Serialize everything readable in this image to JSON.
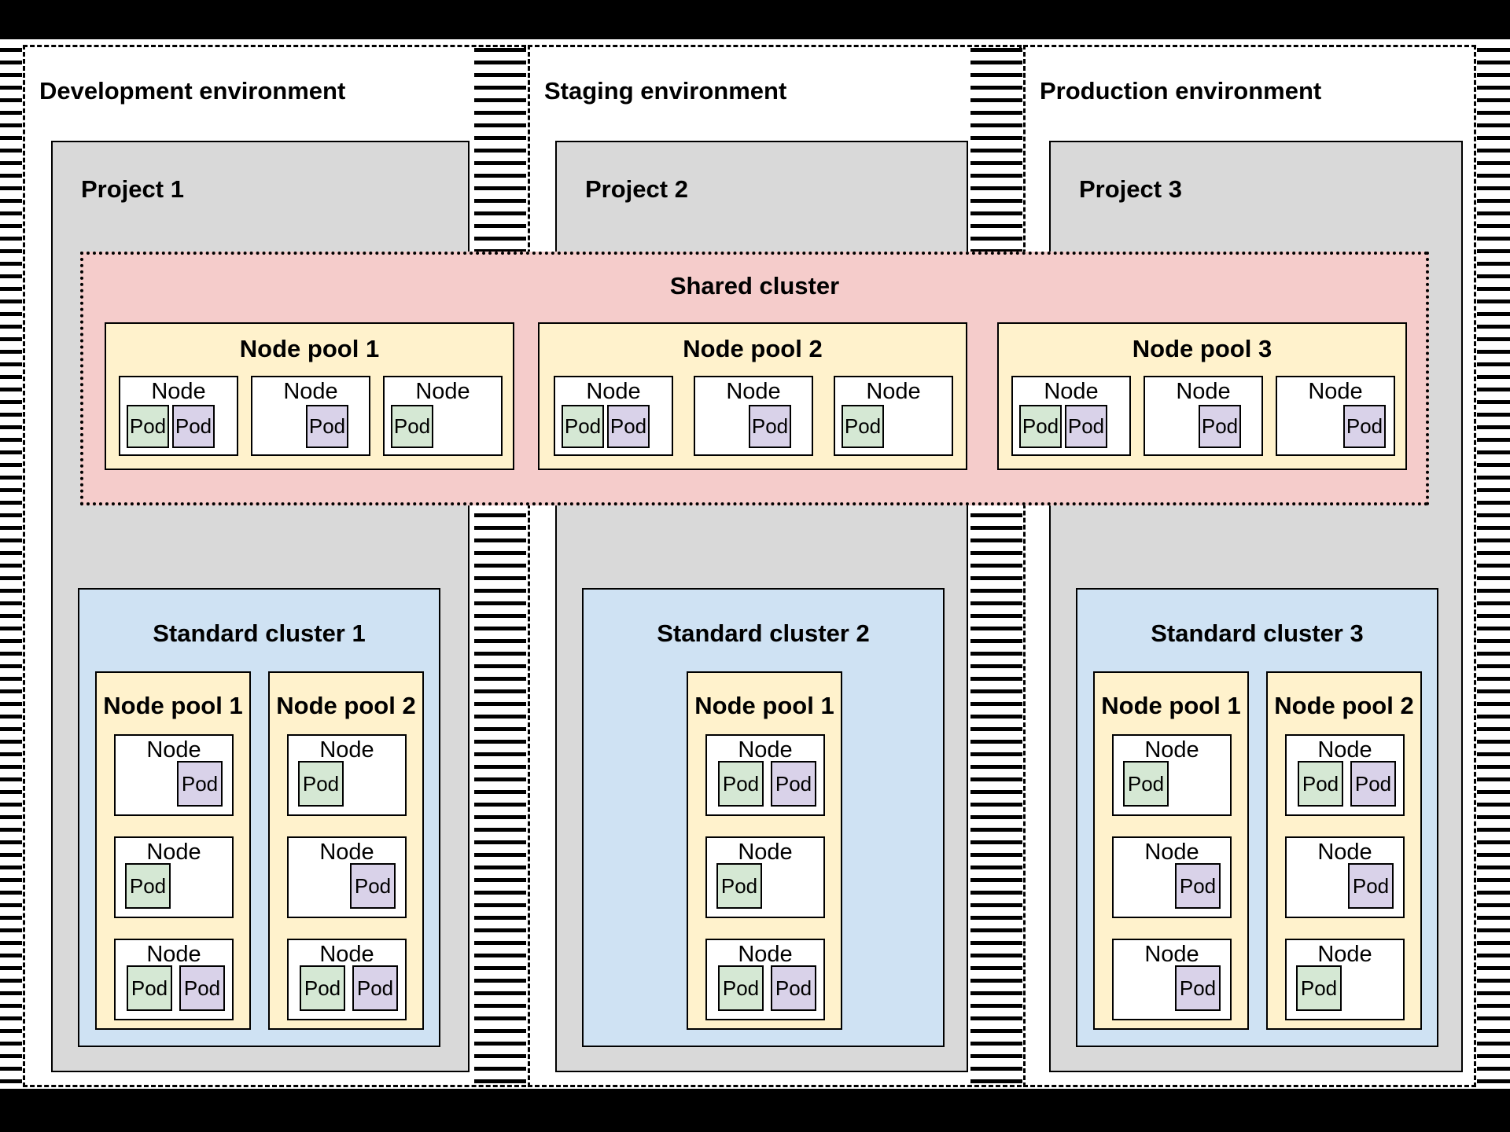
{
  "colors": {
    "pod_green": "#d5e8d4",
    "pod_purple": "#d9d2e9",
    "pool_yellow": "#fff2cc",
    "cluster_blue": "#cfe2f3",
    "shared_pink": "#f5cccb",
    "project_gray": "#d9d9d9"
  },
  "shared_cluster": {
    "label": "Shared cluster",
    "node_pools": [
      {
        "label": "Node pool 1",
        "nodes": [
          {
            "label": "Node",
            "layout": "pair",
            "pods": [
              {
                "label": "Pod",
                "color": "green"
              },
              {
                "label": "Pod",
                "color": "purple"
              }
            ]
          },
          {
            "label": "Node",
            "layout": "mid-right",
            "pods": [
              {
                "label": "Pod",
                "color": "purple"
              }
            ]
          },
          {
            "label": "Node",
            "layout": "left",
            "pods": [
              {
                "label": "Pod",
                "color": "green"
              }
            ]
          }
        ]
      },
      {
        "label": "Node pool 2",
        "nodes": [
          {
            "label": "Node",
            "layout": "pair",
            "pods": [
              {
                "label": "Pod",
                "color": "green"
              },
              {
                "label": "Pod",
                "color": "purple"
              }
            ]
          },
          {
            "label": "Node",
            "layout": "mid-right",
            "pods": [
              {
                "label": "Pod",
                "color": "purple"
              }
            ]
          },
          {
            "label": "Node",
            "layout": "left",
            "pods": [
              {
                "label": "Pod",
                "color": "green"
              }
            ]
          }
        ]
      },
      {
        "label": "Node pool 3",
        "nodes": [
          {
            "label": "Node",
            "layout": "pair",
            "pods": [
              {
                "label": "Pod",
                "color": "green"
              },
              {
                "label": "Pod",
                "color": "purple"
              }
            ]
          },
          {
            "label": "Node",
            "layout": "mid-right",
            "pods": [
              {
                "label": "Pod",
                "color": "purple"
              }
            ]
          },
          {
            "label": "Node",
            "layout": "right",
            "pods": [
              {
                "label": "Pod",
                "color": "purple"
              }
            ]
          }
        ]
      }
    ]
  },
  "environments": [
    {
      "label": "Development environment",
      "project": {
        "label": "Project 1",
        "cluster": {
          "label": "Standard cluster 1",
          "node_pools": [
            {
              "label": "Node pool 1",
              "nodes": [
                {
                  "label": "Node",
                  "layout": "right",
                  "pods": [
                    {
                      "label": "Pod",
                      "color": "purple"
                    }
                  ]
                },
                {
                  "label": "Node",
                  "layout": "left",
                  "pods": [
                    {
                      "label": "Pod",
                      "color": "green"
                    }
                  ]
                },
                {
                  "label": "Node",
                  "layout": "pair-center",
                  "pods": [
                    {
                      "label": "Pod",
                      "color": "green"
                    },
                    {
                      "label": "Pod",
                      "color": "purple"
                    }
                  ]
                }
              ]
            },
            {
              "label": "Node pool 2",
              "nodes": [
                {
                  "label": "Node",
                  "layout": "left",
                  "pods": [
                    {
                      "label": "Pod",
                      "color": "green"
                    }
                  ]
                },
                {
                  "label": "Node",
                  "layout": "right",
                  "pods": [
                    {
                      "label": "Pod",
                      "color": "purple"
                    }
                  ]
                },
                {
                  "label": "Node",
                  "layout": "pair-center",
                  "pods": [
                    {
                      "label": "Pod",
                      "color": "green"
                    },
                    {
                      "label": "Pod",
                      "color": "purple"
                    }
                  ]
                }
              ]
            }
          ]
        }
      }
    },
    {
      "label": "Staging environment",
      "project": {
        "label": "Project 2",
        "cluster": {
          "label": "Standard cluster 2",
          "node_pools": [
            {
              "label": "Node pool 1",
              "nodes": [
                {
                  "label": "Node",
                  "layout": "pair-center",
                  "pods": [
                    {
                      "label": "Pod",
                      "color": "green"
                    },
                    {
                      "label": "Pod",
                      "color": "purple"
                    }
                  ]
                },
                {
                  "label": "Node",
                  "layout": "left",
                  "pods": [
                    {
                      "label": "Pod",
                      "color": "green"
                    }
                  ]
                },
                {
                  "label": "Node",
                  "layout": "pair-center",
                  "pods": [
                    {
                      "label": "Pod",
                      "color": "green"
                    },
                    {
                      "label": "Pod",
                      "color": "purple"
                    }
                  ]
                }
              ]
            }
          ]
        }
      }
    },
    {
      "label": "Production environment",
      "project": {
        "label": "Project 3",
        "cluster": {
          "label": "Standard cluster 3",
          "node_pools": [
            {
              "label": "Node pool 1",
              "nodes": [
                {
                  "label": "Node",
                  "layout": "left",
                  "pods": [
                    {
                      "label": "Pod",
                      "color": "green"
                    }
                  ]
                },
                {
                  "label": "Node",
                  "layout": "right",
                  "pods": [
                    {
                      "label": "Pod",
                      "color": "purple"
                    }
                  ]
                },
                {
                  "label": "Node",
                  "layout": "right",
                  "pods": [
                    {
                      "label": "Pod",
                      "color": "purple"
                    }
                  ]
                }
              ]
            },
            {
              "label": "Node pool 2",
              "nodes": [
                {
                  "label": "Node",
                  "layout": "pair-center",
                  "pods": [
                    {
                      "label": "Pod",
                      "color": "green"
                    },
                    {
                      "label": "Pod",
                      "color": "purple"
                    }
                  ]
                },
                {
                  "label": "Node",
                  "layout": "right",
                  "pods": [
                    {
                      "label": "Pod",
                      "color": "purple"
                    }
                  ]
                },
                {
                  "label": "Node",
                  "layout": "left",
                  "pods": [
                    {
                      "label": "Pod",
                      "color": "green"
                    }
                  ]
                }
              ]
            }
          ]
        }
      }
    }
  ]
}
